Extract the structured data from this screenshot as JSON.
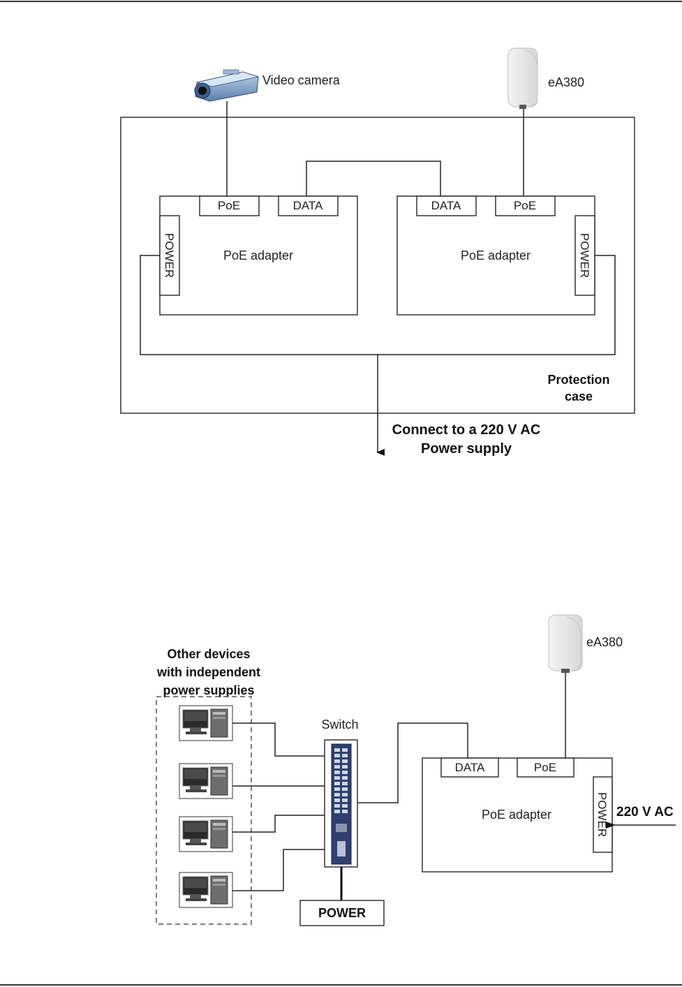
{
  "top_diagram": {
    "camera_label": "Video camera",
    "ap_label": "eA380",
    "left_adapter": {
      "title": "PoE adapter",
      "poe_port": "PoE",
      "data_port": "DATA",
      "power_port": "POWER"
    },
    "right_adapter": {
      "title": "PoE adapter",
      "poe_port": "PoE",
      "data_port": "DATA",
      "power_port": "POWER"
    },
    "case_label_line1": "Protection",
    "case_label_line2": "case",
    "supply_line1": "Connect to a 220 V AC",
    "supply_line2": "Power supply"
  },
  "bottom_diagram": {
    "devices_line1": "Other devices",
    "devices_line2": "with independent",
    "devices_line3": "power supplies",
    "switch_label": "Switch",
    "ap_label": "eA380",
    "adapter": {
      "title": "PoE adapter",
      "data_port": "DATA",
      "poe_port": "PoE",
      "power_port": "POWER"
    },
    "ac_label": "220 V AC",
    "power_box": "POWER"
  }
}
